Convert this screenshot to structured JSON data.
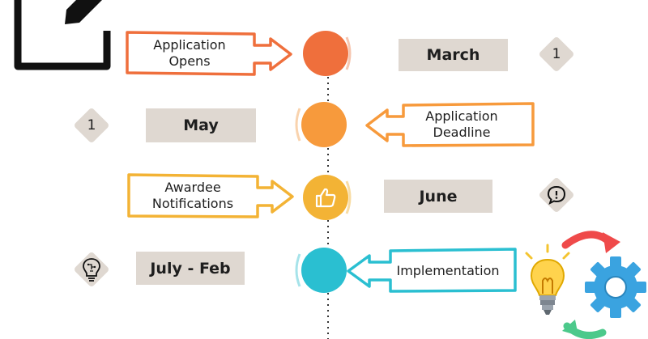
{
  "timeline": {
    "rows": [
      {
        "event": "Application Opens",
        "date": "March",
        "marker": "1"
      },
      {
        "event": "Application Deadline",
        "date": "May",
        "marker": "1"
      },
      {
        "event": "Awardee Notifications",
        "date": "June",
        "marker": ""
      },
      {
        "event": "Implementation",
        "date": "July - Feb",
        "marker": ""
      }
    ]
  },
  "colors": {
    "opens": "#ef6f3c",
    "deadline": "#f79a3c",
    "notify": "#f3b335",
    "implement": "#2abfd1",
    "date_bg": "#dfd8d1"
  },
  "icons": [
    "edit-icon",
    "thumbs-up-icon",
    "alert-chat-icon",
    "brain-bulb-icon",
    "lightbulb-gear-cycle-icon"
  ]
}
